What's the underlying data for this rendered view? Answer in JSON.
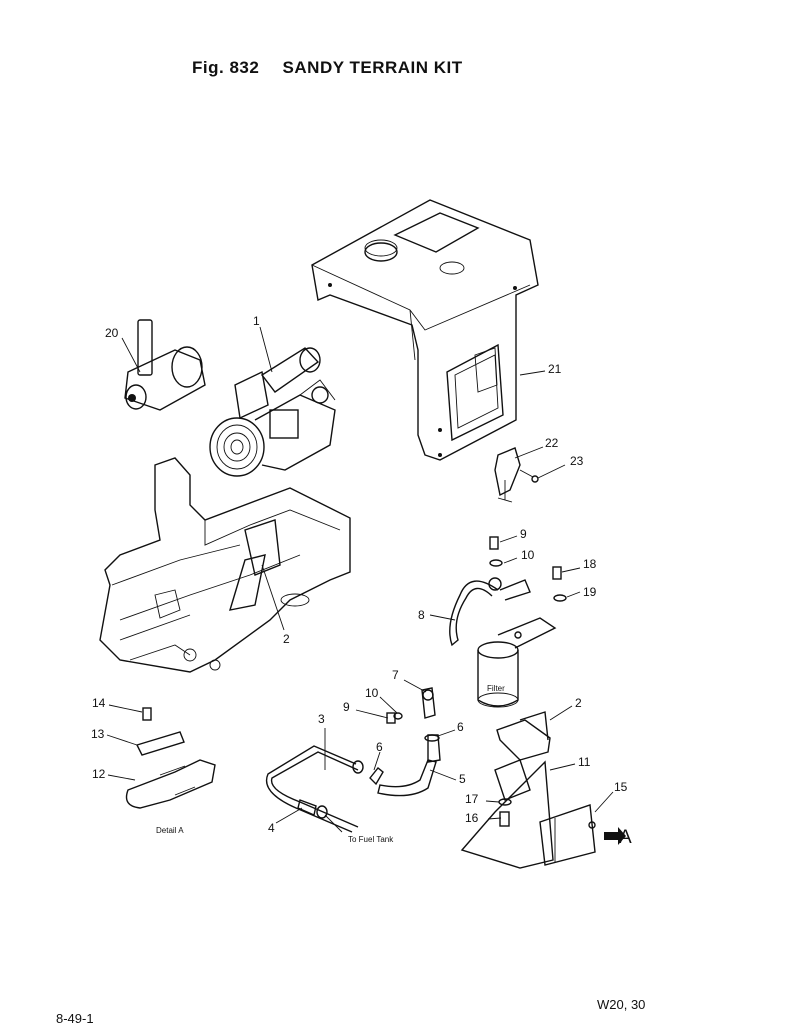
{
  "title": {
    "fig": "Fig. 832",
    "text": "SANDY TERRAIN KIT"
  },
  "callouts": {
    "c1": "1",
    "c2a": "2",
    "c2b": "2",
    "c3": "3",
    "c4": "4",
    "c5": "5",
    "c6a": "6",
    "c6b": "6",
    "c7": "7",
    "c8": "8",
    "c9a": "9",
    "c9b": "9",
    "c10a": "10",
    "c10b": "10",
    "c11": "11",
    "c12": "12",
    "c13": "13",
    "c14": "14",
    "c15": "15",
    "c16": "16",
    "c17": "17",
    "c18": "18",
    "c19": "19",
    "c20": "20",
    "c21": "21",
    "c22": "22",
    "c23": "23"
  },
  "captions": {
    "filter": "Filter",
    "detail": "Detail A",
    "fuel_tank": "To Fuel Tank",
    "view_arrow": "A"
  },
  "footer": {
    "page_ref": "8-49-1",
    "model": "W20, 30"
  }
}
